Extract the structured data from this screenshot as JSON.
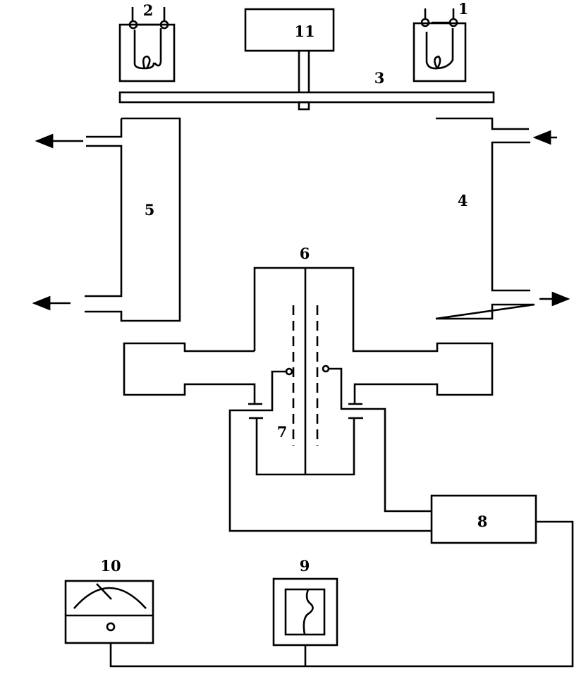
{
  "figure": {
    "labels": {
      "heater_1": "1",
      "heater_2": "2",
      "rotating_plate": "3",
      "column_4": "4",
      "column_5": "5",
      "detector_cell": "6",
      "electrode": "7",
      "amplifier": "8",
      "recorder": "9",
      "meter": "10",
      "motor": "11"
    },
    "ink_color": "#000000",
    "background_color": "#ffffff"
  }
}
